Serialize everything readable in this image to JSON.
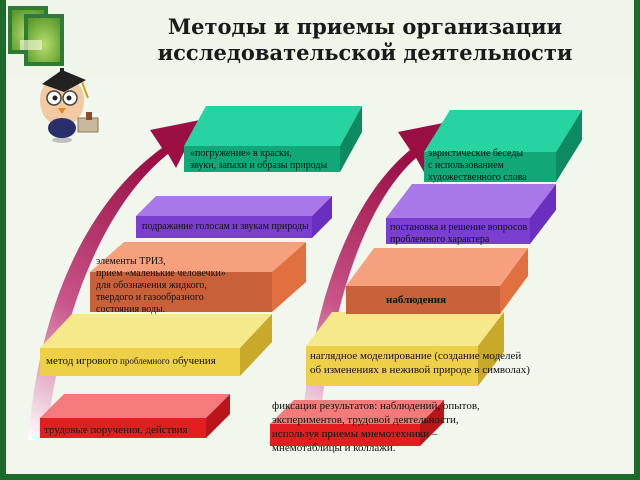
{
  "title": {
    "line1": "Методы и приемы организации",
    "line2": "исследовательской деятельности"
  },
  "left_stairs": {
    "step1": "трудовые поручения, действия",
    "step2": {
      "part1": "метод игрового",
      "part2": " проблемного",
      "part3": " обучения"
    },
    "step3": [
      "элементы ТРИЗ,",
      "прием «маленькие человечки»",
      "для обозначения жидкого,",
      "твердого и газообразного",
      "состояния воды."
    ],
    "step4": "подражание голосам и звукам природы",
    "step5": [
      "«погружение» в краски,",
      "звуки, запахи и образы природы"
    ]
  },
  "right_stairs": {
    "step1": [
      "фиксация результатов: наблюдений, опытов,",
      "экспериментов, трудовой деятельности,",
      "используя приемы мнемотехники –",
      "мнемотаблицы и коллажи."
    ],
    "step2": [
      "наглядное моделирование (создание моделей",
      "об изменениях в неживой природе в символах)"
    ],
    "step3": "наблюдения",
    "step4": [
      "постановка и решение вопросов",
      "проблемного характера"
    ],
    "step5": [
      "эвристические беседы",
      "с использованием",
      "художественного слова"
    ]
  },
  "colors": {
    "frame_green": "#1d6b2a",
    "bg_green": "#d6e7c8",
    "red": "#e41e20",
    "yellow": "#f2dd5c",
    "orange": "#f2855c",
    "purple": "#8a4cd9",
    "teal": "#1ec18d",
    "arrow": "#a3174a"
  },
  "icons": [
    "owl-teacher-icon",
    "nature-thumbnail-icon"
  ]
}
